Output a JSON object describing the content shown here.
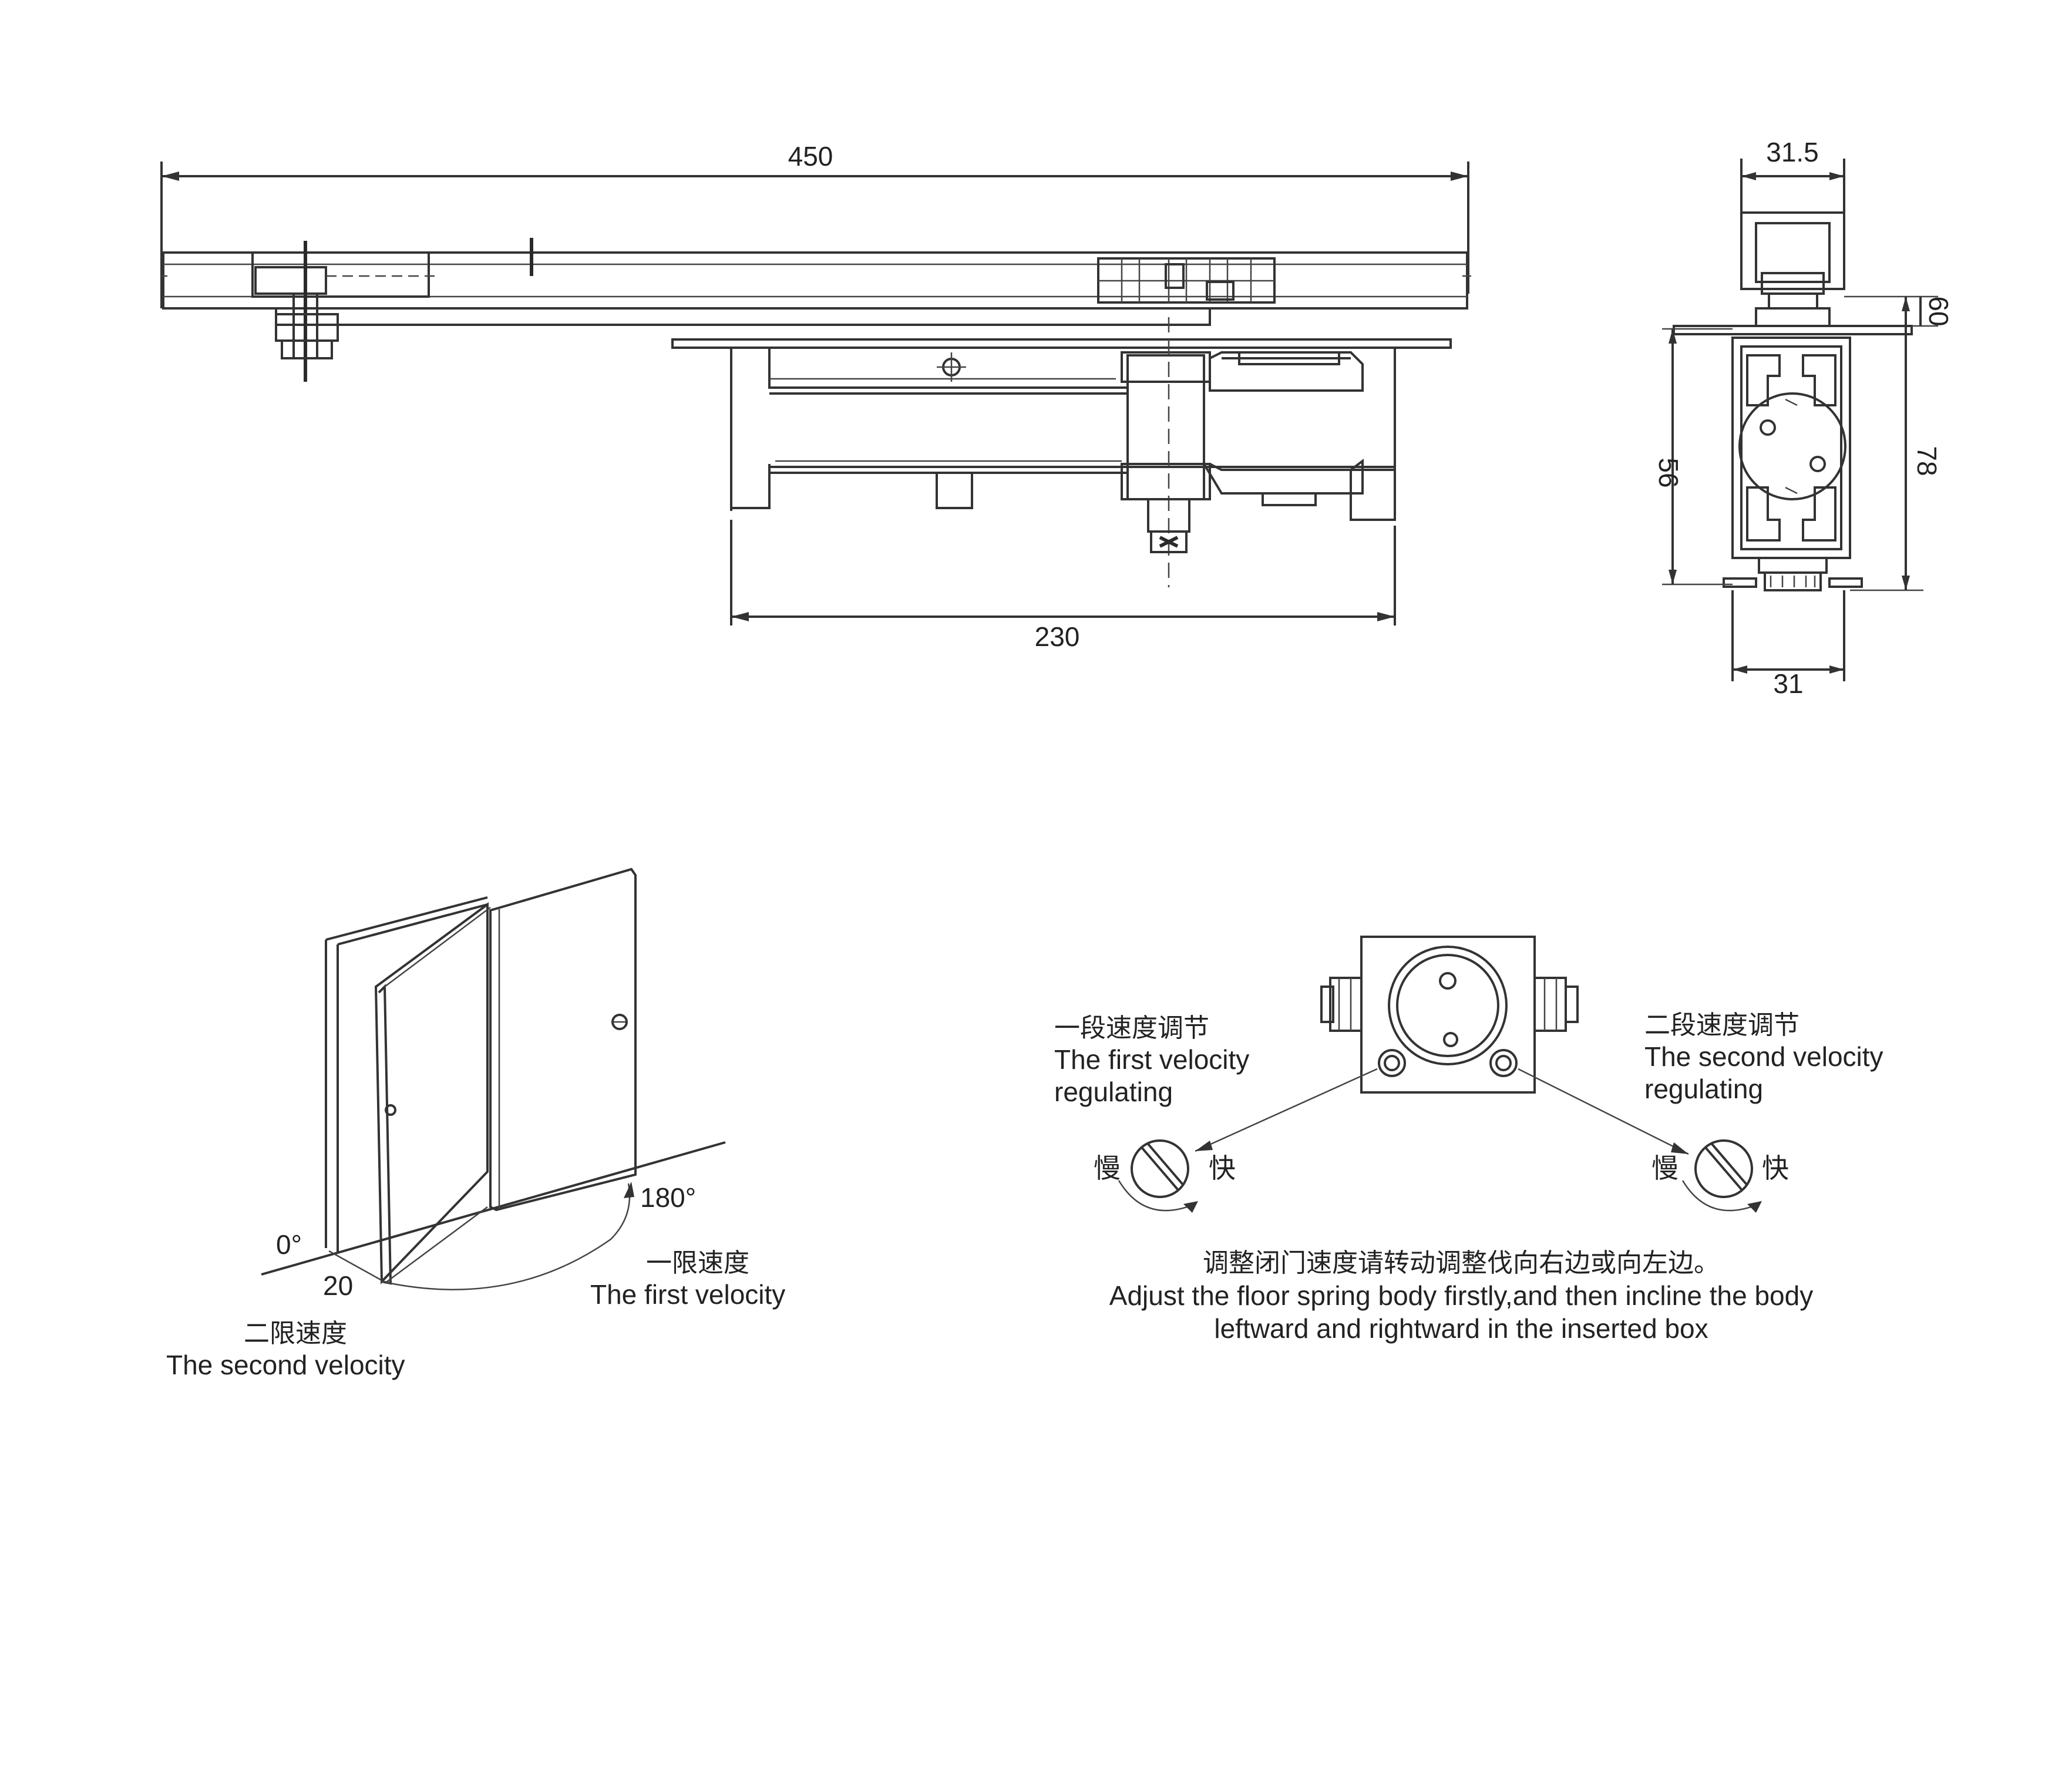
{
  "dimensions": {
    "overall_length": "450",
    "body_length": "230",
    "top_width": "31.5",
    "height_small": "60",
    "height_inner": "56",
    "height_total": "78",
    "bottom_width": "31"
  },
  "door_diagram": {
    "angle_0": "0°",
    "angle_20": "20",
    "angle_180": "180°",
    "first_velocity_cn": "一限速度",
    "first_velocity_en": "The first velocity",
    "second_velocity_cn": "二限速度",
    "second_velocity_en": "The second velocity"
  },
  "adjustment_diagram": {
    "first_regulating_cn": "一段速度调节",
    "first_regulating_en_line1": "The first velocity",
    "first_regulating_en_line2": "regulating",
    "second_regulating_cn": "二段速度调节",
    "second_regulating_en_line1": "The second velocity",
    "second_regulating_en_line2": "regulating",
    "slow_cn": "慢",
    "fast_cn": "快",
    "note_cn": "调整闭门速度请转动调整伐向右边或向左边。",
    "note_en_line1": "Adjust the floor spring body firstly,and then incline the body",
    "note_en_line2": "leftward and rightward in the inserted box"
  }
}
